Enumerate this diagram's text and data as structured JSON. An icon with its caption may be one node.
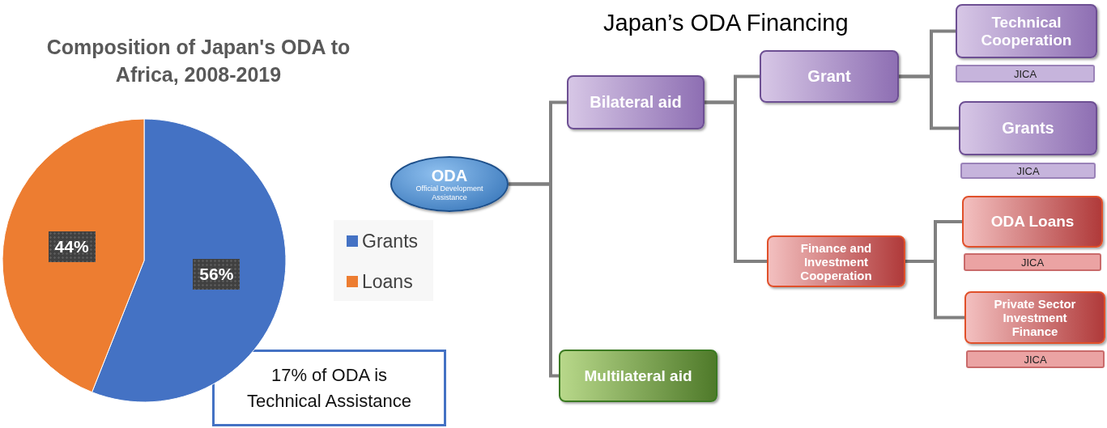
{
  "diagram": {
    "title": "Japan’s ODA Financing",
    "nodes": [
      {
        "text": [
          "ODA",
          "Official Development Assistance"
        ]
      },
      {
        "text": [
          "Bilateral aid"
        ]
      },
      {
        "text": [
          "Multilateral aid"
        ]
      },
      {
        "text": [
          "Grant"
        ]
      },
      {
        "text": [
          "Finance and Investment Cooperation"
        ]
      },
      {
        "text": [
          "Technical Cooperation"
        ]
      },
      {
        "text": [
          "JICA"
        ]
      },
      {
        "text": [
          "Grants"
        ]
      },
      {
        "text": [
          "JICA"
        ]
      },
      {
        "text": [
          "ODA Loans"
        ]
      },
      {
        "text": [
          "JICA"
        ]
      },
      {
        "text": [
          "Private Sector Investment Finance"
        ]
      },
      {
        "text": [
          "JICA"
        ]
      },
      {
        "text": [
          "17% of ODA is Technical Assistance"
        ]
      }
    ],
    "edges": [
      {
        "from": 0,
        "to": 1,
        "arrow": "none"
      },
      {
        "from": 0,
        "to": 2,
        "arrow": "none"
      },
      {
        "from": 1,
        "to": 3,
        "arrow": "none"
      },
      {
        "from": 1,
        "to": 4,
        "arrow": "none"
      },
      {
        "from": 3,
        "to": 5,
        "arrow": "none"
      },
      {
        "from": 3,
        "to": 7,
        "arrow": "none"
      },
      {
        "from": 4,
        "to": 9,
        "arrow": "none"
      },
      {
        "from": 4,
        "to": 11,
        "arrow": "none"
      }
    ],
    "chart_data": {
      "type": "pie",
      "title": "Composition of Japan's ODA to Africa, 2008-2019",
      "categories": [
        "Grants",
        "Loans"
      ],
      "series": [
        {
          "colors": [
            "#4472c4",
            "#ed7d31"
          ],
          "values": [
            56,
            44
          ]
        }
      ],
      "legend": "right",
      "value_labels": [
        "56%",
        "44%"
      ]
    }
  }
}
